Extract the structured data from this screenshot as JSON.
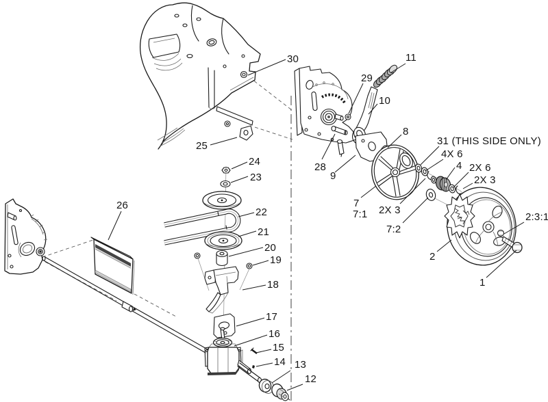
{
  "diagram": {
    "type": "exploded-parts-diagram",
    "subject": "rear wheel drive assembly",
    "colors": {
      "line": "#1a1a1a",
      "shade": "#8a8a8a",
      "dark_fill": "#444444",
      "background": "#ffffff"
    },
    "labels": [
      {
        "text": "30"
      },
      {
        "text": "25"
      },
      {
        "text": "29"
      },
      {
        "text": "11"
      },
      {
        "text": "10"
      },
      {
        "text": "8"
      },
      {
        "text": "28"
      },
      {
        "text": "9"
      },
      {
        "text": "31 (THIS SIDE ONLY)"
      },
      {
        "text": "4X 6"
      },
      {
        "text": "4"
      },
      {
        "text": "2X 6"
      },
      {
        "text": "2X 3"
      },
      {
        "text": "2X 3"
      },
      {
        "text": "7:2"
      },
      {
        "text": "7"
      },
      {
        "text": "7:1"
      },
      {
        "text": "2"
      },
      {
        "text": "2:3:1"
      },
      {
        "text": "1"
      },
      {
        "text": "24"
      },
      {
        "text": "23"
      },
      {
        "text": "22"
      },
      {
        "text": "21"
      },
      {
        "text": "20"
      },
      {
        "text": "19"
      },
      {
        "text": "18"
      },
      {
        "text": "17"
      },
      {
        "text": "16"
      },
      {
        "text": "15"
      },
      {
        "text": "14"
      },
      {
        "text": "13"
      },
      {
        "text": "12"
      },
      {
        "text": "26"
      }
    ]
  }
}
